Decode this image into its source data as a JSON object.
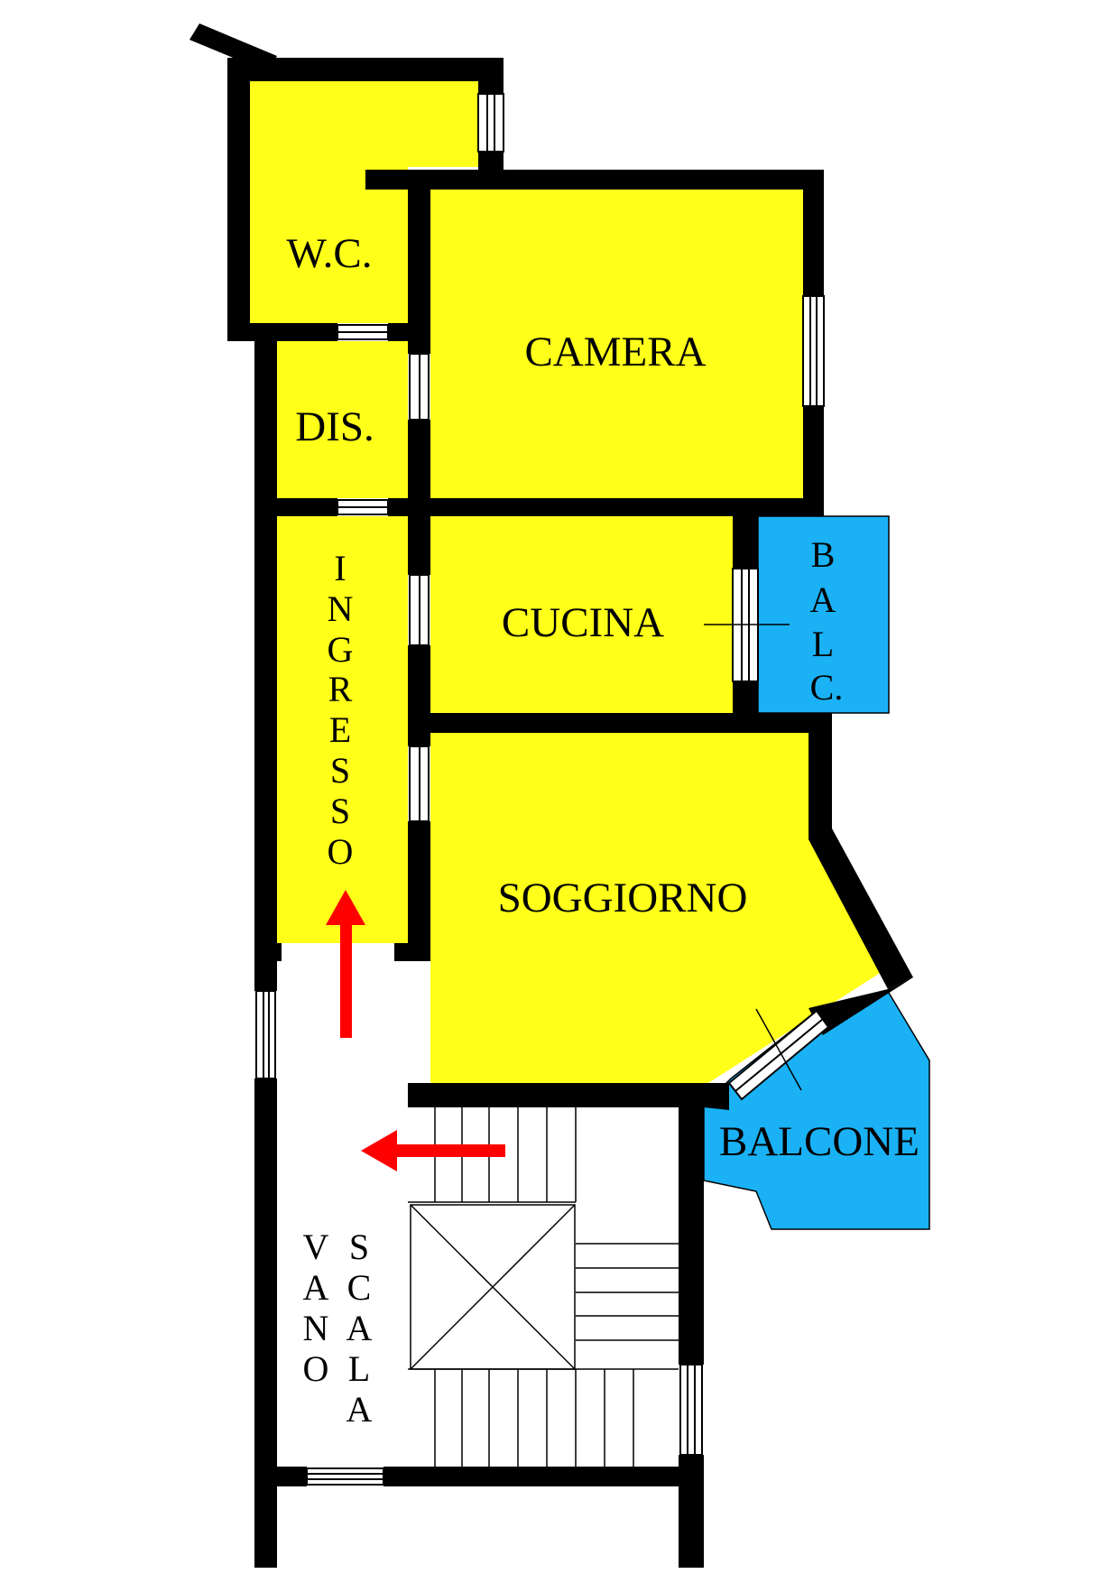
{
  "colors": {
    "room_fill": "#FFFF1A",
    "balcony_fill": "#1AB2F5",
    "wall": "#000000",
    "arrow": "#FF0000",
    "background": "#FFFFFF"
  },
  "rooms": {
    "wc": "W.C.",
    "camera": "CAMERA",
    "dis": "DIS.",
    "cucina": "CUCINA",
    "soggiorno": "SOGGIORNO",
    "balcone": "BALCONE"
  },
  "vertical_labels": {
    "ingresso": [
      "I",
      "N",
      "G",
      "R",
      "E",
      "S",
      "S",
      "O"
    ],
    "balc": [
      "B",
      "A",
      "L",
      "C."
    ],
    "vano": [
      "V",
      "A",
      "N",
      "O"
    ],
    "scala": [
      "S",
      "C",
      "A",
      "L",
      "A"
    ]
  },
  "icons": [
    "entry-arrow-up-icon",
    "entry-arrow-left-icon",
    "stair-void-x-icon"
  ]
}
